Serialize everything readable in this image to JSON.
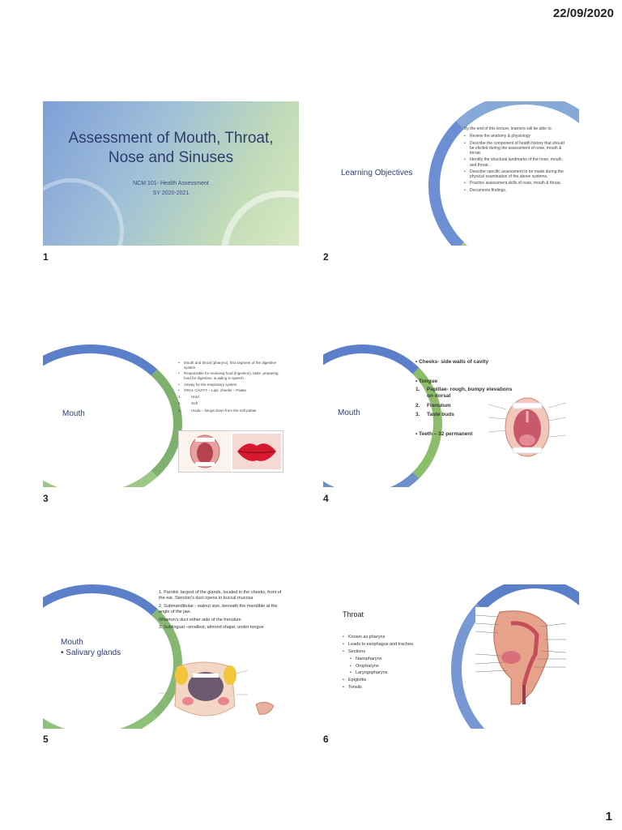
{
  "header": {
    "date": "22/09/2020"
  },
  "footer": {
    "page_number": "1"
  },
  "slides": [
    {
      "number": "1",
      "title_line1": "Assessment of Mouth, Throat,",
      "title_line2": "Nose and Sinuses",
      "subtitle_line1": "NCM 101- Health Assessment",
      "subtitle_line2": "SY 2020-2021"
    },
    {
      "number": "2",
      "title": "Learning Objectives",
      "intro": "By the end of this lecture, learners will be able to:",
      "bullets": [
        "Review the anatomy & physiology",
        "Describe the component of health history that should be elicited during the assessment of nose, mouth & throat.",
        "Identify the structural landmarks of the nose, mouth and throat.",
        "Describe specific assessment to be made during the physical examination of the above systems.",
        "Practice assessment skills of nose, mouth & throat.",
        "Documents findings."
      ]
    },
    {
      "number": "3",
      "title": "Mouth",
      "bullets": [
        "Mouth and throat (pharynx), first segment of the digestive system",
        "Responsible for receiving food (ingestion), taste, preparing food for digestion, & aiding in speech.",
        "Airway for the respiratory system",
        "ORAL CAVITY – Lips, cheeks – Palate"
      ],
      "numbered": [
        "1.",
        "2.",
        "3."
      ],
      "numbered_items": [
        "Hard",
        "Soft",
        "Uvula – hangs down from the soft palate"
      ]
    },
    {
      "number": "4",
      "title": "Mouth",
      "cheeks": "Cheeks- side walls of cavity",
      "tongue": "Tongue",
      "numbered": [
        "1.",
        "2.",
        "3."
      ],
      "tongue_items": [
        "Papillae- rough, bumpy elevations on dorsal",
        "Frenulum",
        "Taste buds"
      ],
      "teeth": "Teeth – 32 permanent"
    },
    {
      "number": "5",
      "title": "Mouth",
      "subtitle": "Salivary glands",
      "points": [
        "1. Parotid- largest of the glands, located in the cheeks, front of the ear. Stenson's duct opens in buccal mucosa",
        "2. Submandibular - walnut size, beneath the mandible at the angle of the jaw.",
        "Wharton's duct either side of the frenulum",
        "3. Sublingual –smallest, almond shape, under tongue"
      ]
    },
    {
      "number": "6",
      "title": "Throat",
      "bullets": [
        "Known as pharynx",
        "Leads to esophagus and trachea",
        "Sections"
      ],
      "sub_bullets": [
        "Nasopharynx",
        "Oropharynx",
        "Laryngopharynx"
      ],
      "bullets2": [
        "Epiglottis",
        "Tonsils"
      ]
    }
  ],
  "colors": {
    "blue": "#4a6fc4",
    "green": "#8cc063",
    "text_blue": "#2f3e73"
  }
}
